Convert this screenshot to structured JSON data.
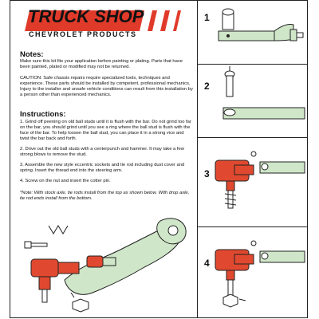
{
  "logo": {
    "title": "TRUCK SHOP",
    "subtitle": "CHEVROLET PRODUCTS",
    "accent": "#e03a2a"
  },
  "notes": {
    "heading": "Notes:",
    "paragraph1": "Make sure this kit fits your application before painting or plating. Parts that have been painted, plated or modified may not be returned.",
    "paragraph2": "CAUTION: Safe chassis repairs require specialized tools, techniques and experience. These parts should be installed by competent, professional mechanics. Injury to the installer and unsafe vehicle conditions can result from this installation by a person other than experienced mechanics."
  },
  "instructions": {
    "heading": "Instructions:",
    "steps": [
      "1.  Grind off peening on old ball studs until it is flush with the bar. Do not grind too far on the bar, you should grind until you see a ring where the ball stud is flush with the face of the bar. To help loosen the ball stud, you can place it in a strong vice and twist the bar back and forth.",
      "2.  Drive out the old ball studs with a centerpunch and hammer. It may take a few strong blows to remove the stud.",
      "3.  Assemble the new style eccentric sockets and tie rod including dust cover and spring. Insert the thread end into the steering arm.",
      "4.  Screw on the nut and insert the cotter pin."
    ],
    "note": "*Note: With stock axle, tie rods install from the top as shown below. With drop axle, tie rod ends install from the bottom."
  },
  "panels": [
    {
      "number": "1"
    },
    {
      "number": "2"
    },
    {
      "number": "3"
    },
    {
      "number": "4"
    }
  ],
  "colors": {
    "part_red": "#e0492f",
    "bar_green": "#cfe6c8",
    "outline": "#222222"
  }
}
